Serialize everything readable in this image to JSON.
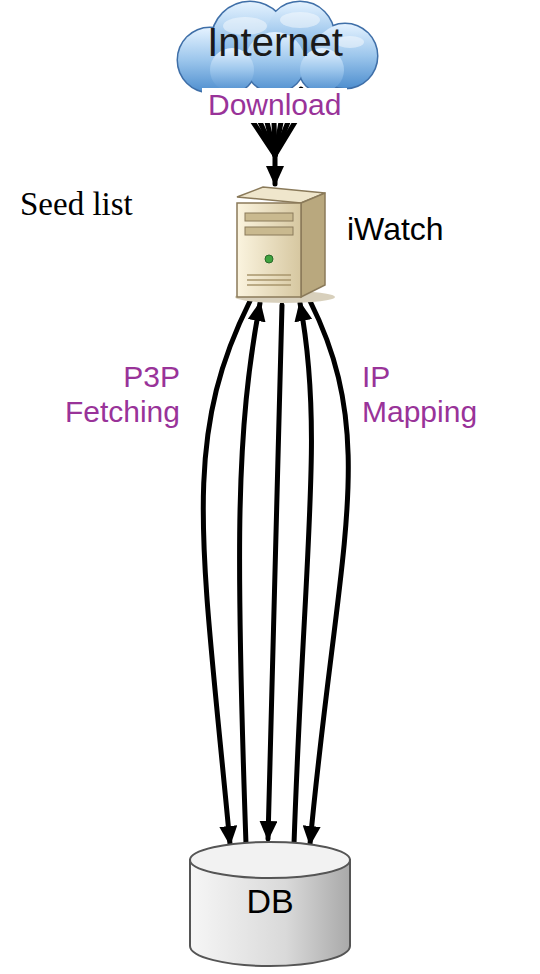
{
  "diagram": {
    "nodes": [
      {
        "text": [
          "Internet"
        ]
      },
      {
        "text": [
          "iWatch"
        ]
      },
      {
        "text": [
          "DB"
        ]
      }
    ],
    "edges": [
      {
        "from": 0,
        "to": 1,
        "label": "Download",
        "arrow": "to"
      },
      {
        "from": 1,
        "to": 2,
        "arrow": "to"
      },
      {
        "from": 1,
        "to": 2,
        "label": "P3P Fetching",
        "arrow": "both"
      },
      {
        "from": 1,
        "to": 2,
        "label": "IP Mapping",
        "arrow": "both"
      }
    ],
    "labels": [
      "Seed list"
    ]
  }
}
